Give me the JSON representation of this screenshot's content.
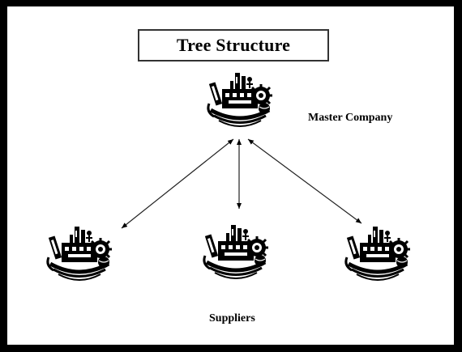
{
  "title": "Tree Structure",
  "master_label": "Master Company",
  "suppliers_label": "Suppliers",
  "nodes": [
    {
      "name": "master-company",
      "icon": "factory-emblem-icon",
      "role": "master"
    },
    {
      "name": "supplier-left",
      "icon": "factory-emblem-icon",
      "role": "supplier"
    },
    {
      "name": "supplier-center",
      "icon": "factory-emblem-icon",
      "role": "supplier"
    },
    {
      "name": "supplier-right",
      "icon": "factory-emblem-icon",
      "role": "supplier"
    }
  ],
  "edges": [
    {
      "from": "master-company",
      "to": "supplier-left",
      "style": "bidirectional-arrow"
    },
    {
      "from": "master-company",
      "to": "supplier-center",
      "style": "bidirectional-arrow"
    },
    {
      "from": "master-company",
      "to": "supplier-right",
      "style": "bidirectional-arrow"
    }
  ],
  "colors": {
    "ink": "#000000",
    "background": "#ffffff",
    "frame": "#000000"
  }
}
